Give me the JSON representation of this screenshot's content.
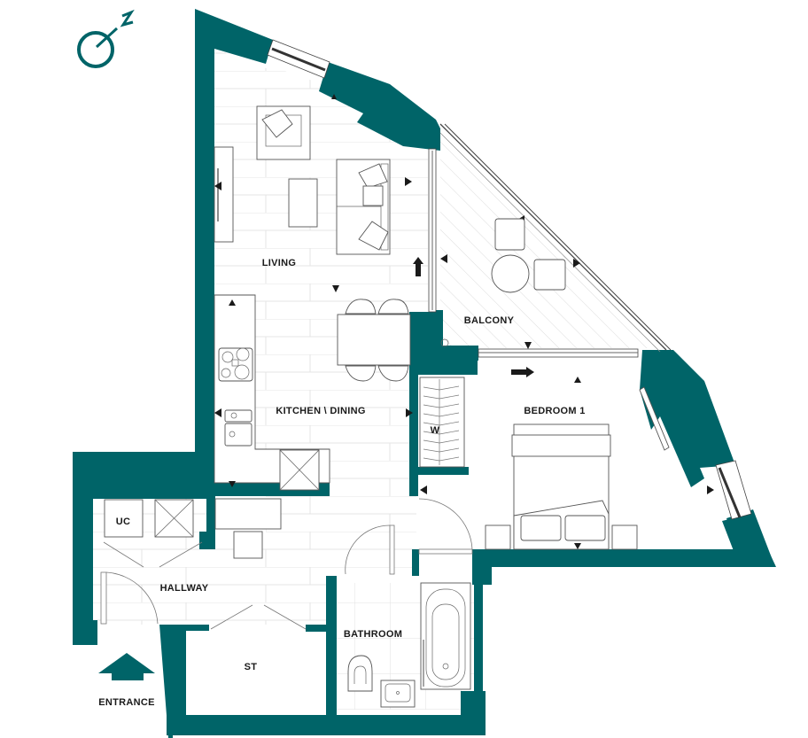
{
  "colors": {
    "wall": "#006468",
    "accent": "#006468",
    "marker": "#1a1a1a",
    "background": "#ffffff"
  },
  "compass": {
    "icon": "north-compass-icon",
    "letter": "N"
  },
  "rooms": {
    "living": {
      "label": "LIVING"
    },
    "balcony": {
      "label": "BALCONY"
    },
    "kitchen_dining": {
      "label": "KITCHEN \\ DINING"
    },
    "bedroom_1": {
      "label": "BEDROOM 1"
    },
    "wardrobe": {
      "label": "W"
    },
    "utility_cupboard": {
      "label": "UC"
    },
    "hallway": {
      "label": "HALLWAY"
    },
    "bathroom": {
      "label": "BATHROOM"
    },
    "storage": {
      "label": "ST"
    }
  },
  "entrance": {
    "label": "ENTRANCE",
    "icon": "entrance-arrow-icon"
  }
}
